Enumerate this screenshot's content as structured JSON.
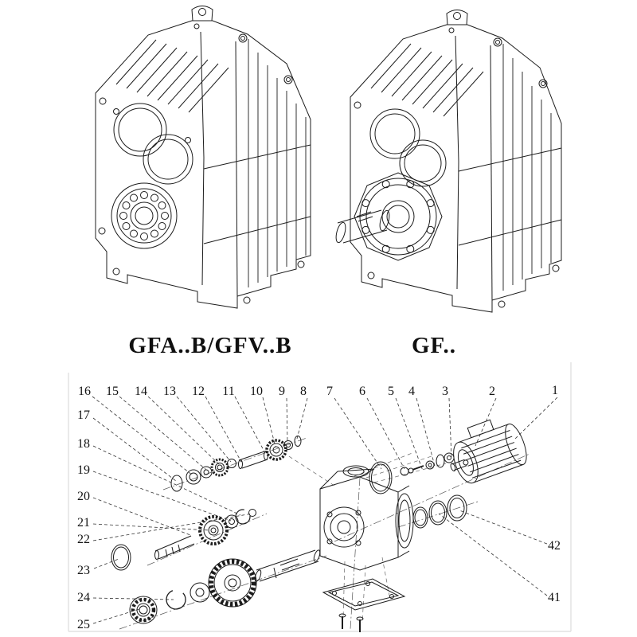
{
  "page": {
    "background": "#ffffff",
    "line_color": "#1c1c1c"
  },
  "models": [
    {
      "label": "GFA..B/GFV..B"
    },
    {
      "label": "GF.."
    }
  ],
  "exploded": {
    "callouts": [
      "16",
      "15",
      "14",
      "13",
      "12",
      "11",
      "10",
      "9",
      "8",
      "7",
      "6",
      "5",
      "4",
      "3",
      "2",
      "1",
      "17",
      "18",
      "19",
      "20",
      "21",
      "22",
      "23",
      "24",
      "25",
      "42",
      "41"
    ]
  }
}
